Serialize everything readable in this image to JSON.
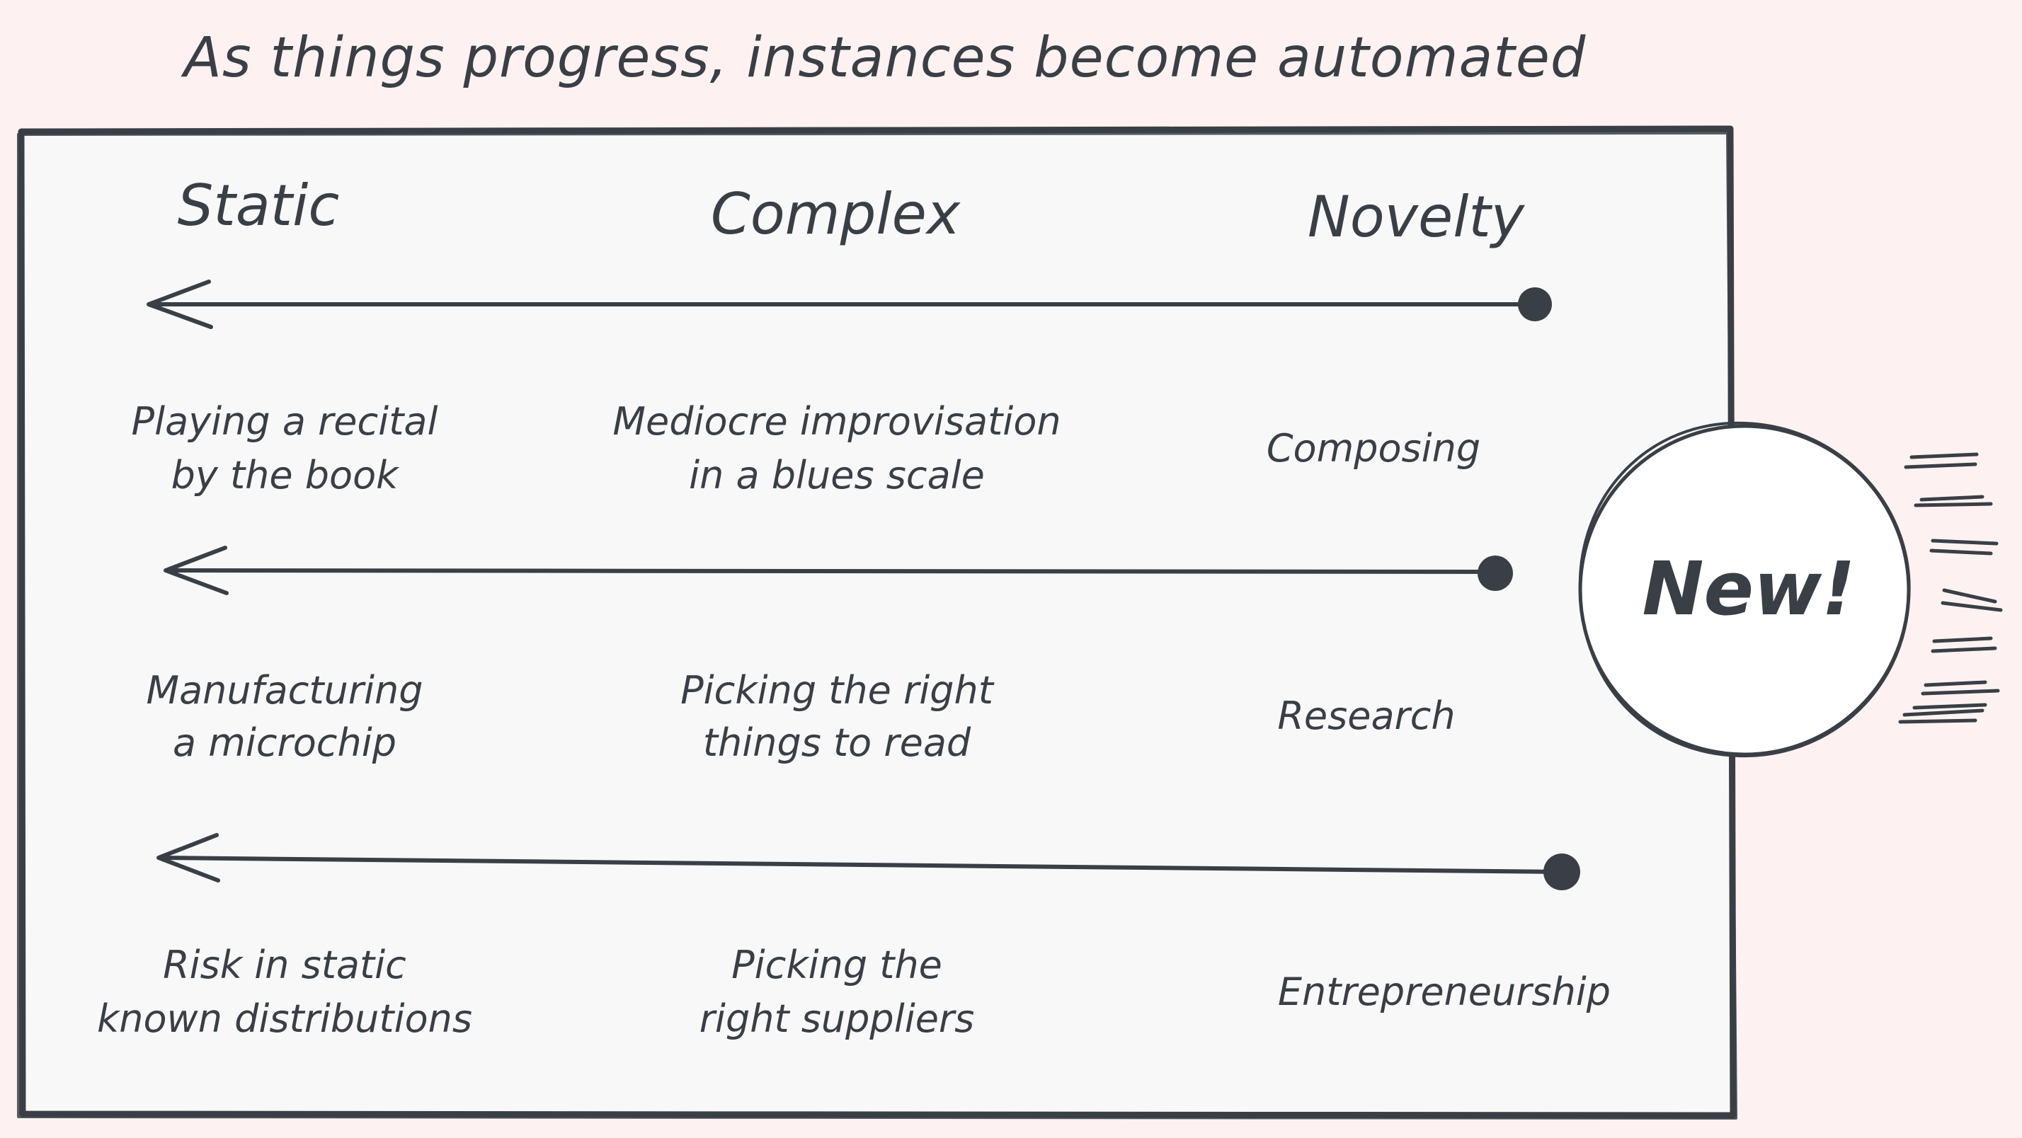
{
  "title": "As things progress, instances become automated",
  "columns": [
    "Static",
    "Complex",
    "Novelty"
  ],
  "rows": [
    {
      "static": [
        "Playing a recital",
        "by the book"
      ],
      "complex": [
        "Mediocre improvisation",
        "in a blues scale"
      ],
      "novelty": [
        "Composing"
      ]
    },
    {
      "static": [
        "Manufacturing",
        "a microchip"
      ],
      "complex": [
        "Picking the right",
        "things to read"
      ],
      "novelty": [
        "Research"
      ]
    },
    {
      "static": [
        "Risk in static",
        "known distributions"
      ],
      "complex": [
        "Picking the",
        "right suppliers"
      ],
      "novelty": [
        "Entrepreneurship"
      ]
    }
  ],
  "badge": "New!",
  "colors": {
    "background": "#fdf2f1",
    "panel": "#f8f8f9",
    "ink": "#3a3f45",
    "badge_fill": "#ffffff"
  }
}
